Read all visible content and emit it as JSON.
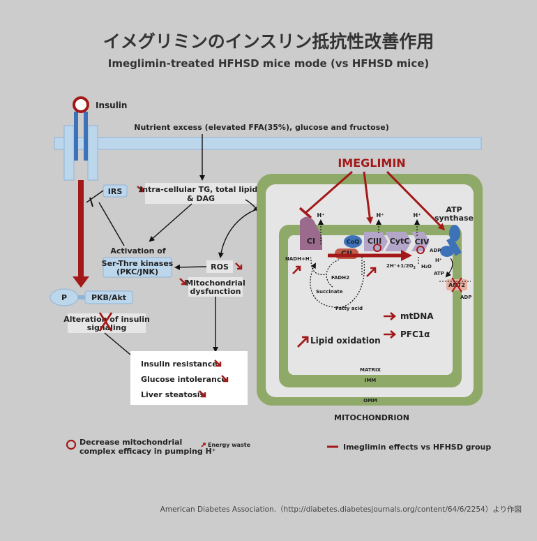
{
  "title": "イメグリミンのインスリン抵抗性改善作用",
  "subtitle": "Imeglimin-treated HFHSD mice mode (vs HFHSD mice)",
  "labels": {
    "insulin": "Insulin",
    "nutrient_excess": "Nutrient excess (elevated FFA(35%), glucose and fructose)",
    "irs": "IRS",
    "intracellular_tg_1": "Intra-cellular TG, total lipids",
    "intracellular_tg_2": "& DAG",
    "activation_of": "Activation of",
    "ser_thre_1": "Ser-Thre kinases",
    "ser_thre_2": "(PKC/JNK)",
    "ros": "ROS",
    "mito_dysfunction_1": "Mitochondrial",
    "mito_dysfunction_2": "dysfunction",
    "p": "P",
    "pkb_akt": "PKB/Akt",
    "alteration_1": "Alteration of insulin",
    "alteration_2": "signaling",
    "insulin_resistance": "Insulin resistance",
    "glucose_intolerance": "Glucose intolerance",
    "liver_steatosis": "Liver steatosis",
    "imeglimin": "IMEGLIMIN",
    "ci": "CI",
    "cii": "CII",
    "ciii": "CIII",
    "coq": "CoQ",
    "cytc": "CytC",
    "civ": "CIV",
    "atp_synthase_1": "ATP",
    "atp_synthase_2": "synthase",
    "ant2": "ANT2",
    "adp": "ADP",
    "atp": "ATP",
    "h_plus": "H⁺",
    "nadh": "NADH+H⁺",
    "fadh2": "FADH2",
    "succinate": "Succinate",
    "fatty_acid": "Fatty acid",
    "water_eq": "2H⁺+1/2O",
    "water_sub": "2",
    "h2o": "H₂O",
    "mtdna": "mtDNA",
    "pfc1a": "PFC1α",
    "lipid_oxidation": "Lipid oxidation",
    "matrix": "MATRIX",
    "imm": "IMM",
    "omm": "OMM",
    "mitochondrion": "MITOCHONDRION"
  },
  "legend": {
    "decrease_1": "Decrease mitochondrial",
    "decrease_2": "complex efficacy in pumping H⁺",
    "energy_waste": "Energy waste",
    "imeglimin_effects": "Imeglimin effects vs HFHSD group"
  },
  "source": "American Diabetes Association.（http://diabetes.diabetesjournals.org/content/64/6/2254）より作図",
  "colors": {
    "background": "#cccccc",
    "accent_red": "#a31818",
    "membrane_blue": "#bcd6ec",
    "mito_green": "#8fa968",
    "ci_purple": "#9b6b8e",
    "civ_lavender": "#b3a6c9",
    "atp_synthase_blue": "#3d72b8"
  }
}
